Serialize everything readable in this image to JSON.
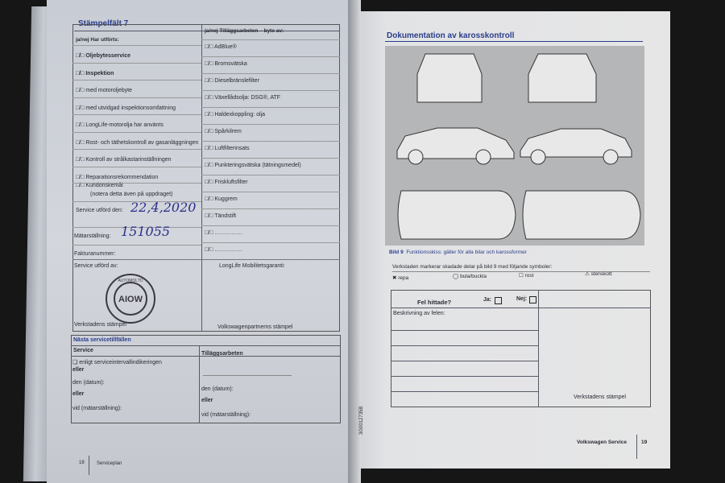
{
  "left_page": {
    "title": "Stämpelfält 7",
    "col1_header": "ja/nej Har utförts:",
    "col2_header": "ja/nej Tilläggsarbeten – byte av:",
    "col1_rows": [
      "Oljebytesservice",
      "Inspektion",
      "med motoroljebyte",
      "med utvidgad inspektionsomfattning",
      "LongLife-motorolja har använts",
      "Rost- och täthetskontroll av gasanläggningen",
      "Kontroll av strålkastarinställningen",
      "Reparationsrekommendation",
      "Kundönskemål",
      "(notera detta även på uppdraget)"
    ],
    "col2_rows": [
      "AdBlue®",
      "Bromsvätska",
      "Dieselbränslefilter",
      "Växellådsolja: DSG®, ATF",
      "Haldexkoppling: olja",
      "Spårkilrem",
      "Luftfilterinsats",
      "Punkteringsvätska (tätningsmedel)",
      "Friskluftsfilter",
      "Kuggrem",
      "Tändstift",
      "……………",
      "……………"
    ],
    "checkbox_mark": "□/□",
    "service_date_label": "Service utförd den:",
    "service_date_value": "22,4,2020",
    "odometer_label": "Mätarställning:",
    "odometer_value": "151055",
    "invoice_label": "Fakturanummer:",
    "service_by_label": "Service utförd av:",
    "mobility_label": "LongLife Mobilitetsgaranti:",
    "workshop_stamp": "Verkstadens stämpel",
    "partner_stamp": "Volkswagenpartnerns stämpel",
    "stamp_text": "AUTOMOLTO AIOW",
    "next": {
      "title": "Nästa servicetillfällen",
      "service": "Service",
      "extra": "Tilläggsarbeten",
      "per_interval": "❑ enligt serviceintervallindikeringen",
      "or": "eller",
      "date": "den (datum):",
      "odo": "vid (mätarställning):"
    },
    "page_number": "18",
    "section": "Serviceplan"
  },
  "right_page": {
    "title": "Dokumentation av karosskontroll",
    "figure_label": "Bild 9",
    "figure_caption": "Funktionsskiss: gäller för alla bilar och karossformer",
    "instructions": "Verkstaden markerar skadade delar på bild 9 med följande symboler:",
    "symbols": [
      "✖ repa",
      "◯ bula/buckla",
      "☐ rost",
      "⚠ stenskott"
    ],
    "faults_found": "Fel hittade?",
    "yes": "Ja:",
    "no": "Nej:",
    "description": "Beskrivning av felen:",
    "workshop_stamp": "Verkstadens stämpel",
    "doc_code": "3G0012735B",
    "footer": "Volkswagen Service",
    "page_number": "19"
  }
}
